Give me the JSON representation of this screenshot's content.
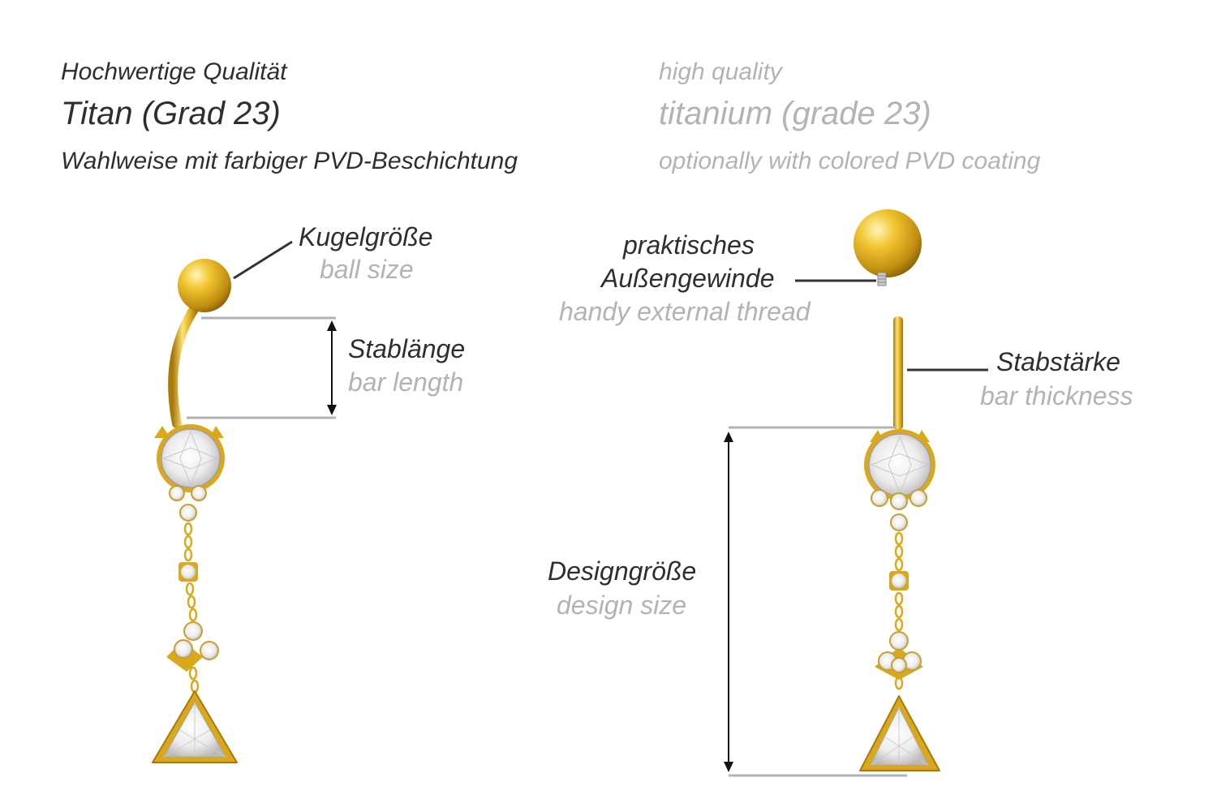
{
  "header": {
    "de_line1": "Hochwertige Qualität",
    "de_line2": "Titan (Grad 23)",
    "de_line3": "Wahlweise mit farbiger PVD-Beschichtung",
    "en_line1": "high quality",
    "en_line2": "titanium (grade 23)",
    "en_line3": "optionally with colored PVD coating"
  },
  "labels": {
    "ball_size_de": "Kugelgröße",
    "ball_size_en": "ball size",
    "bar_length_de": "Stablänge",
    "bar_length_en": "bar length",
    "thread_de_1": "praktisches",
    "thread_de_2": "Außengewinde",
    "thread_en": "handy external thread",
    "bar_thickness_de": "Stabstärke",
    "bar_thickness_en": "bar thickness",
    "design_size_de": "Designgröße",
    "design_size_en": "design size"
  },
  "colors": {
    "gold": "#e8b923",
    "gold_dark": "#9a7008",
    "gem": "#f2f2f2",
    "line_dark": "#333333",
    "line_grey": "#b3b3b3"
  }
}
